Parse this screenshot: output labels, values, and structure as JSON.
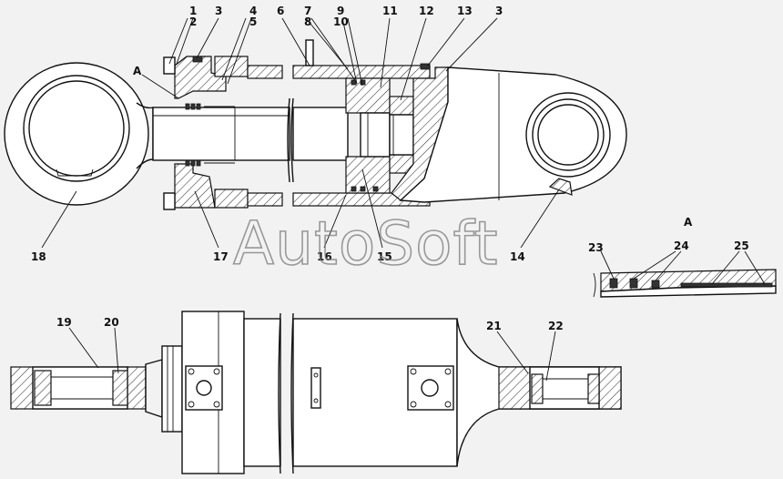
{
  "watermark": "AutoSoft",
  "callouts_top": [
    {
      "id": "c1",
      "text": "1"
    },
    {
      "id": "c2",
      "text": "2"
    },
    {
      "id": "c3a",
      "text": "3"
    },
    {
      "id": "c4",
      "text": "4"
    },
    {
      "id": "c5",
      "text": "5"
    },
    {
      "id": "c6",
      "text": "6"
    },
    {
      "id": "c7",
      "text": "7"
    },
    {
      "id": "c8",
      "text": "8"
    },
    {
      "id": "c9",
      "text": "9"
    },
    {
      "id": "c10",
      "text": "10"
    },
    {
      "id": "c11",
      "text": "11"
    },
    {
      "id": "c12",
      "text": "12"
    },
    {
      "id": "c13",
      "text": "13"
    },
    {
      "id": "c3b",
      "text": "3"
    },
    {
      "id": "cA",
      "text": "A"
    }
  ],
  "callouts_mid": [
    {
      "id": "c18",
      "text": "18"
    },
    {
      "id": "c17",
      "text": "17"
    },
    {
      "id": "c16",
      "text": "16"
    },
    {
      "id": "c15",
      "text": "15"
    },
    {
      "id": "c14",
      "text": "14"
    }
  ],
  "detail": {
    "title": "A",
    "callouts": [
      {
        "id": "c23",
        "text": "23"
      },
      {
        "id": "c24",
        "text": "24"
      },
      {
        "id": "c25",
        "text": "25"
      }
    ]
  },
  "callouts_bottom": [
    {
      "id": "c19",
      "text": "19"
    },
    {
      "id": "c20",
      "text": "20"
    },
    {
      "id": "c21",
      "text": "21"
    },
    {
      "id": "c22",
      "text": "22"
    }
  ]
}
